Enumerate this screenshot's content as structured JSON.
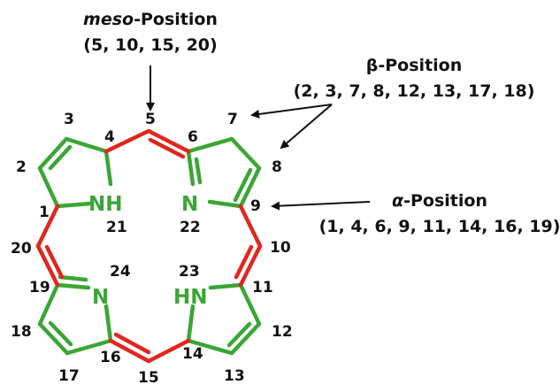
{
  "labels": {
    "meso": {
      "prefix": "meso",
      "suffix": "-Position",
      "positions": "(5, 10, 15, 20)"
    },
    "beta": {
      "title": "β-Position",
      "positions": "(2, 3, 7, 8, 12, 13, 17, 18)"
    },
    "alpha": {
      "symbol": "α",
      "suffix": "-Position",
      "positions": "(1, 4, 6, 9, 11, 14, 16, 19)"
    }
  },
  "atoms": {
    "nh21": "NH",
    "n22": "N",
    "n24": "N",
    "hn23": "HN"
  },
  "numbers": {
    "n1": "1",
    "n2": "2",
    "n3": "3",
    "n4": "4",
    "n5": "5",
    "n6": "6",
    "n7": "7",
    "n8": "8",
    "n9": "9",
    "n10": "10",
    "n11": "11",
    "n12": "12",
    "n13": "13",
    "n14": "14",
    "n15": "15",
    "n16": "16",
    "n17": "17",
    "n18": "18",
    "n19": "19",
    "n20": "20",
    "n21": "21",
    "n22": "22",
    "n23": "23",
    "n24": "24"
  },
  "colors": {
    "pyrrole_bond": "#3aa635",
    "bridge_bond": "#e0261f",
    "text": "#111111"
  }
}
